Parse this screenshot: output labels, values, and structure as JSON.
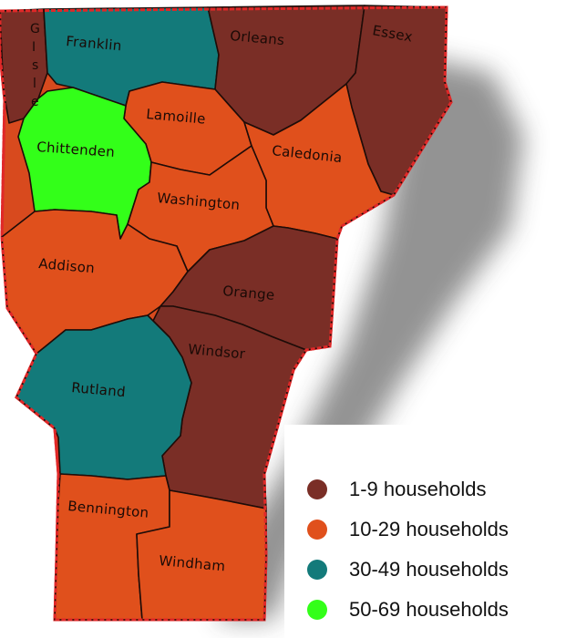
{
  "colors": {
    "range_1_9": "#7a2e26",
    "range_10_29": "#e0501c",
    "range_30_49": "#137a7a",
    "range_50_69": "#33ff19",
    "state_outline": "#e02828",
    "county_border": "#1e0c08"
  },
  "counties": [
    {
      "id": "grand-isle",
      "name": "Grand Isle",
      "label_lines": [
        "G",
        "I",
        "s",
        "l",
        "e"
      ],
      "range": "range_1_9"
    },
    {
      "id": "franklin",
      "name": "Franklin",
      "range": "range_30_49"
    },
    {
      "id": "orleans",
      "name": "Orleans",
      "range": "range_1_9"
    },
    {
      "id": "essex",
      "name": "Essex",
      "range": "range_1_9"
    },
    {
      "id": "lamoille",
      "name": "Lamoille",
      "range": "range_10_29"
    },
    {
      "id": "chittenden",
      "name": "Chittenden",
      "range": "range_50_69"
    },
    {
      "id": "caledonia",
      "name": "Caledonia",
      "range": "range_10_29"
    },
    {
      "id": "washington",
      "name": "Washington",
      "range": "range_10_29"
    },
    {
      "id": "addison",
      "name": "Addison",
      "range": "range_10_29"
    },
    {
      "id": "orange",
      "name": "Orange",
      "range": "range_1_9"
    },
    {
      "id": "windsor",
      "name": "Windsor",
      "range": "range_1_9"
    },
    {
      "id": "rutland",
      "name": "Rutland",
      "range": "range_30_49"
    },
    {
      "id": "bennington",
      "name": "Bennington",
      "range": "range_10_29"
    },
    {
      "id": "windham",
      "name": "Windham",
      "range": "range_10_29"
    }
  ],
  "legend": {
    "items": [
      {
        "label": "1-9 households",
        "range": "range_1_9"
      },
      {
        "label": "10-29 households",
        "range": "range_10_29"
      },
      {
        "label": "30-49 households",
        "range": "range_30_49"
      },
      {
        "label": "50-69 households",
        "range": "range_50_69"
      }
    ]
  }
}
